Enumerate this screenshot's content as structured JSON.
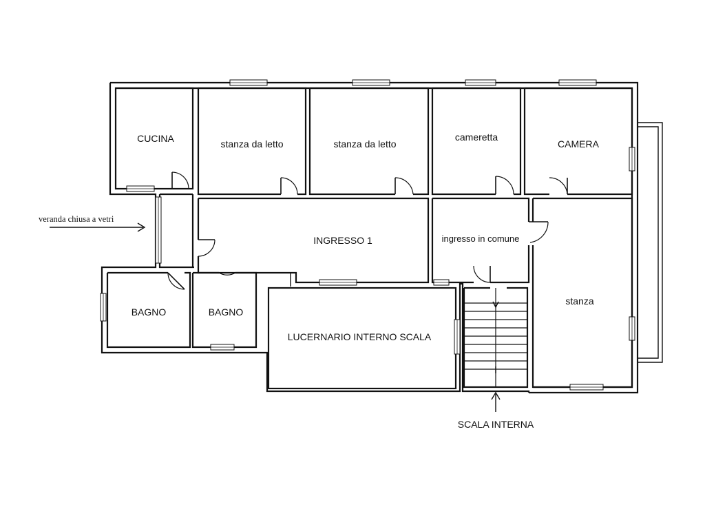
{
  "rooms": {
    "cucina": "CUCINA",
    "stanza_letto_1": "stanza da letto",
    "stanza_letto_2": "stanza da letto",
    "cameretta": "cameretta",
    "camera": "CAMERA",
    "ingresso_1": "INGRESSO 1",
    "ingresso_comune": "ingresso in comune",
    "stanza": "stanza",
    "bagno_1": "BAGNO",
    "bagno_2": "BAGNO",
    "lucernario": "LUCERNARIO INTERNO SCALA"
  },
  "annotations": {
    "veranda": "veranda chiusa a vetri",
    "scala": "SCALA INTERNA"
  }
}
